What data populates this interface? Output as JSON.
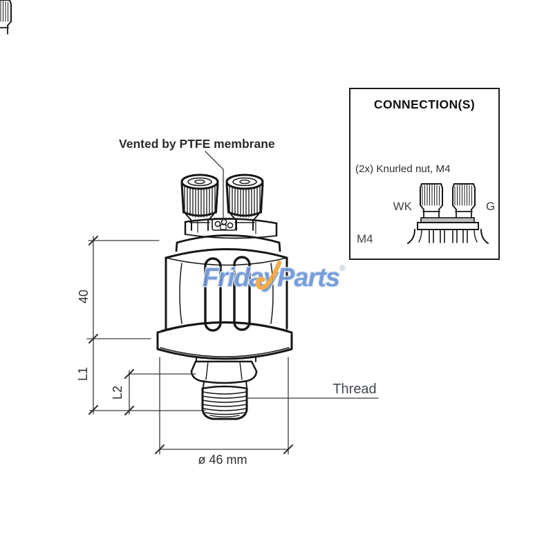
{
  "drawing": {
    "vented_label": "Vented by PTFE membrane",
    "thread_label": "Thread",
    "dim_height": "40",
    "dim_l1": "L1",
    "dim_l2": "L2",
    "dim_diameter": "ø 46 mm"
  },
  "connections_panel": {
    "title": "CONNECTION(S)",
    "note": "(2x) Knurled nut, M4",
    "terminal_left": "WK",
    "terminal_right": "G",
    "thread_size": "M4"
  },
  "watermark": {
    "brand_first": "Friday",
    "brand_second": "Parts",
    "registered": "®",
    "colors": {
      "blue": "#6f96d6",
      "orange": "#f0a63e",
      "halo": "#e2ebfa"
    }
  }
}
